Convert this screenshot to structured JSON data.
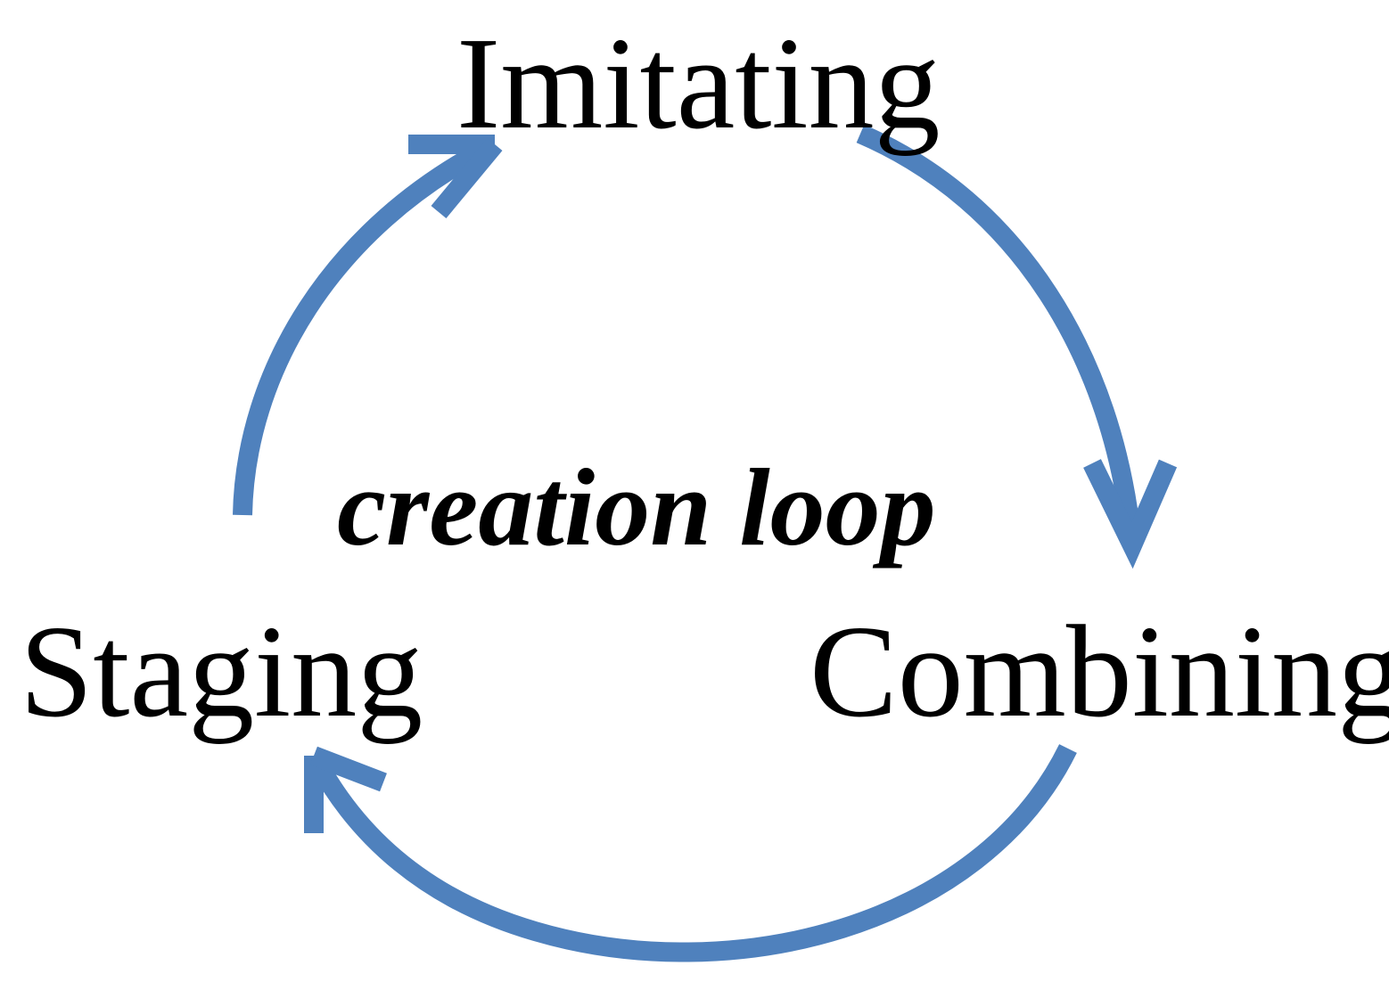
{
  "diagram": {
    "type": "cycle",
    "center_label": "creation loop",
    "nodes": [
      {
        "id": "imitating",
        "label": "Imitating"
      },
      {
        "id": "combining",
        "label": "Combining"
      },
      {
        "id": "staging",
        "label": "Staging"
      }
    ],
    "edges": [
      {
        "from": "imitating",
        "to": "combining"
      },
      {
        "from": "combining",
        "to": "staging"
      },
      {
        "from": "staging",
        "to": "imitating"
      }
    ],
    "colors": {
      "arrow": "#4f81bd",
      "text": "#000000",
      "background": "#ffffff"
    }
  }
}
